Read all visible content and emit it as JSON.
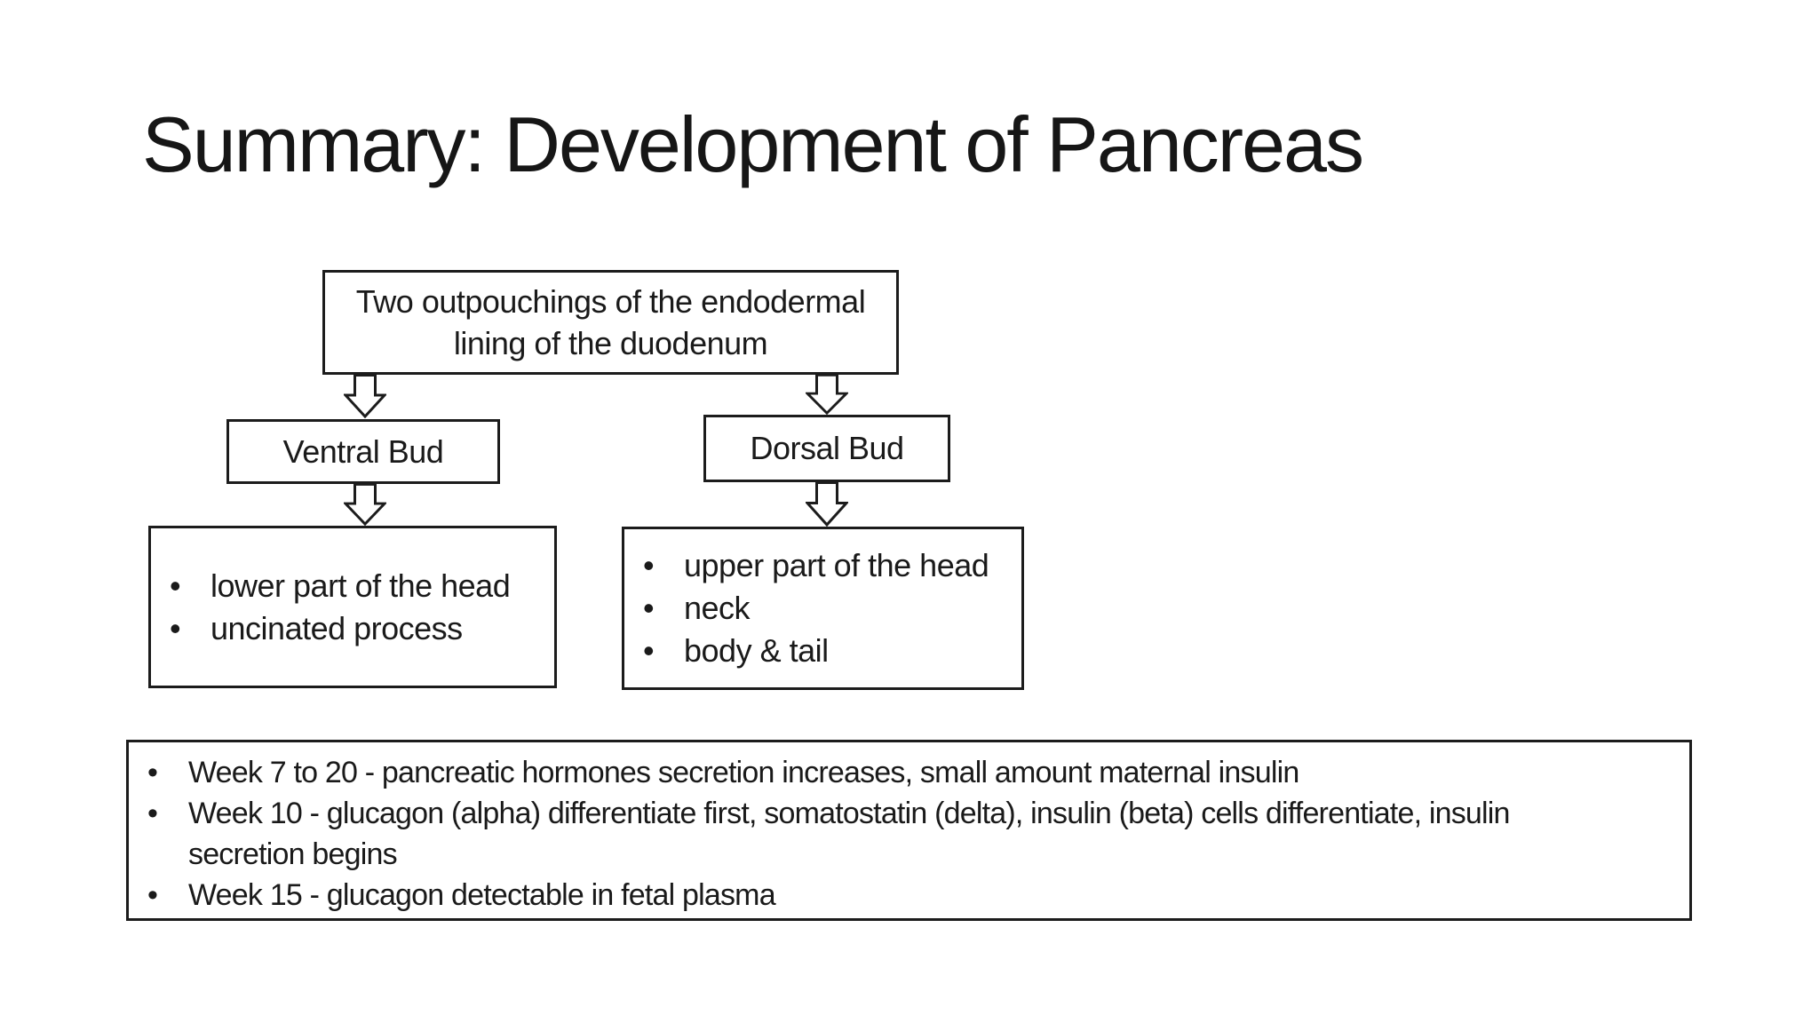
{
  "title": "Summary: Development of Pancreas",
  "flowchart": {
    "root": {
      "line1": "Two outpouchings of the endodermal",
      "line2": "lining of the duodenum"
    },
    "branches": [
      {
        "label": "Ventral Bud",
        "bullets": [
          "lower part of the head",
          "uncinated process"
        ]
      },
      {
        "label": "Dorsal Bud",
        "bullets": [
          "upper part of the head",
          "neck",
          "body & tail"
        ]
      }
    ]
  },
  "notes": {
    "items": [
      {
        "line1": "Week 7 to 20 - pancreatic hormones secretion increases, small amount maternal insulin",
        "line2": ""
      },
      {
        "line1": "Week 10 - glucagon (alpha) differentiate first, somatostatin (delta), insulin (beta) cells differentiate, insulin",
        "line2": "secretion begins"
      },
      {
        "line1": "Week 15 - glucagon detectable in fetal plasma",
        "line2": ""
      }
    ]
  },
  "colors": {
    "background": "#ffffff",
    "text": "#1a1a1a",
    "border": "#1c1c1c"
  }
}
